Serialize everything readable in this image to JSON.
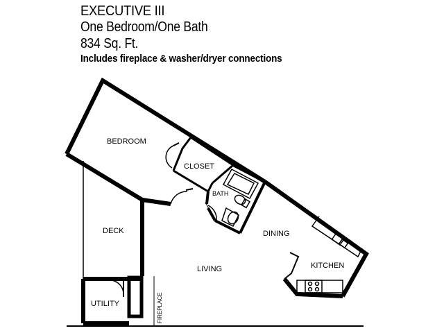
{
  "header": {
    "title": "EXECUTIVE III",
    "subtitle": "One Bedroom/One Bath",
    "area": "834 Sq. Ft.",
    "features": "Includes fireplace & washer/dryer connections"
  },
  "rooms": {
    "bedroom": "BEDROOM",
    "closet": "CLOSET",
    "bath": "BATH",
    "dining": "DINING",
    "deck": "DECK",
    "living": "LIVING",
    "kitchen": "KITCHEN",
    "utility": "UTILITY",
    "fireplace": "FIREPLACE"
  }
}
